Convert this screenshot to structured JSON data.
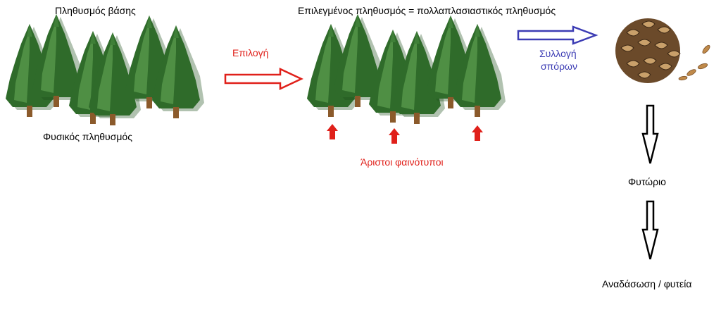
{
  "labels": {
    "base_population": "Πληθυσμός βάσης",
    "natural_population": "Φυσικός πληθυσμός",
    "selection": "Επιλογή",
    "selected_population": "Επιλεγμένος πληθυσμός = πολλαπλασιαστικός πληθυσμός",
    "seed_collection_line1": "Συλλογή",
    "seed_collection_line2": "σπόρων",
    "best_phenotypes": "Άριστοι φαινότυποι",
    "nursery": "Φυτώριο",
    "reforestation": "Αναδάσωση / φυτεία"
  },
  "colors": {
    "tree_foliage": "#2f6b2a",
    "tree_foliage_light": "#4f8f44",
    "trunk": "#8b5a2b",
    "red_arrow": "#e0201a",
    "blue_arrow": "#3c3cb4",
    "black_arrow": "#000000",
    "cone": "#6b4a2a"
  },
  "icons": [
    "conifer-tree-icon",
    "pine-cone-icon",
    "seed-icon",
    "hollow-arrow-icon",
    "up-arrow-icon"
  ]
}
